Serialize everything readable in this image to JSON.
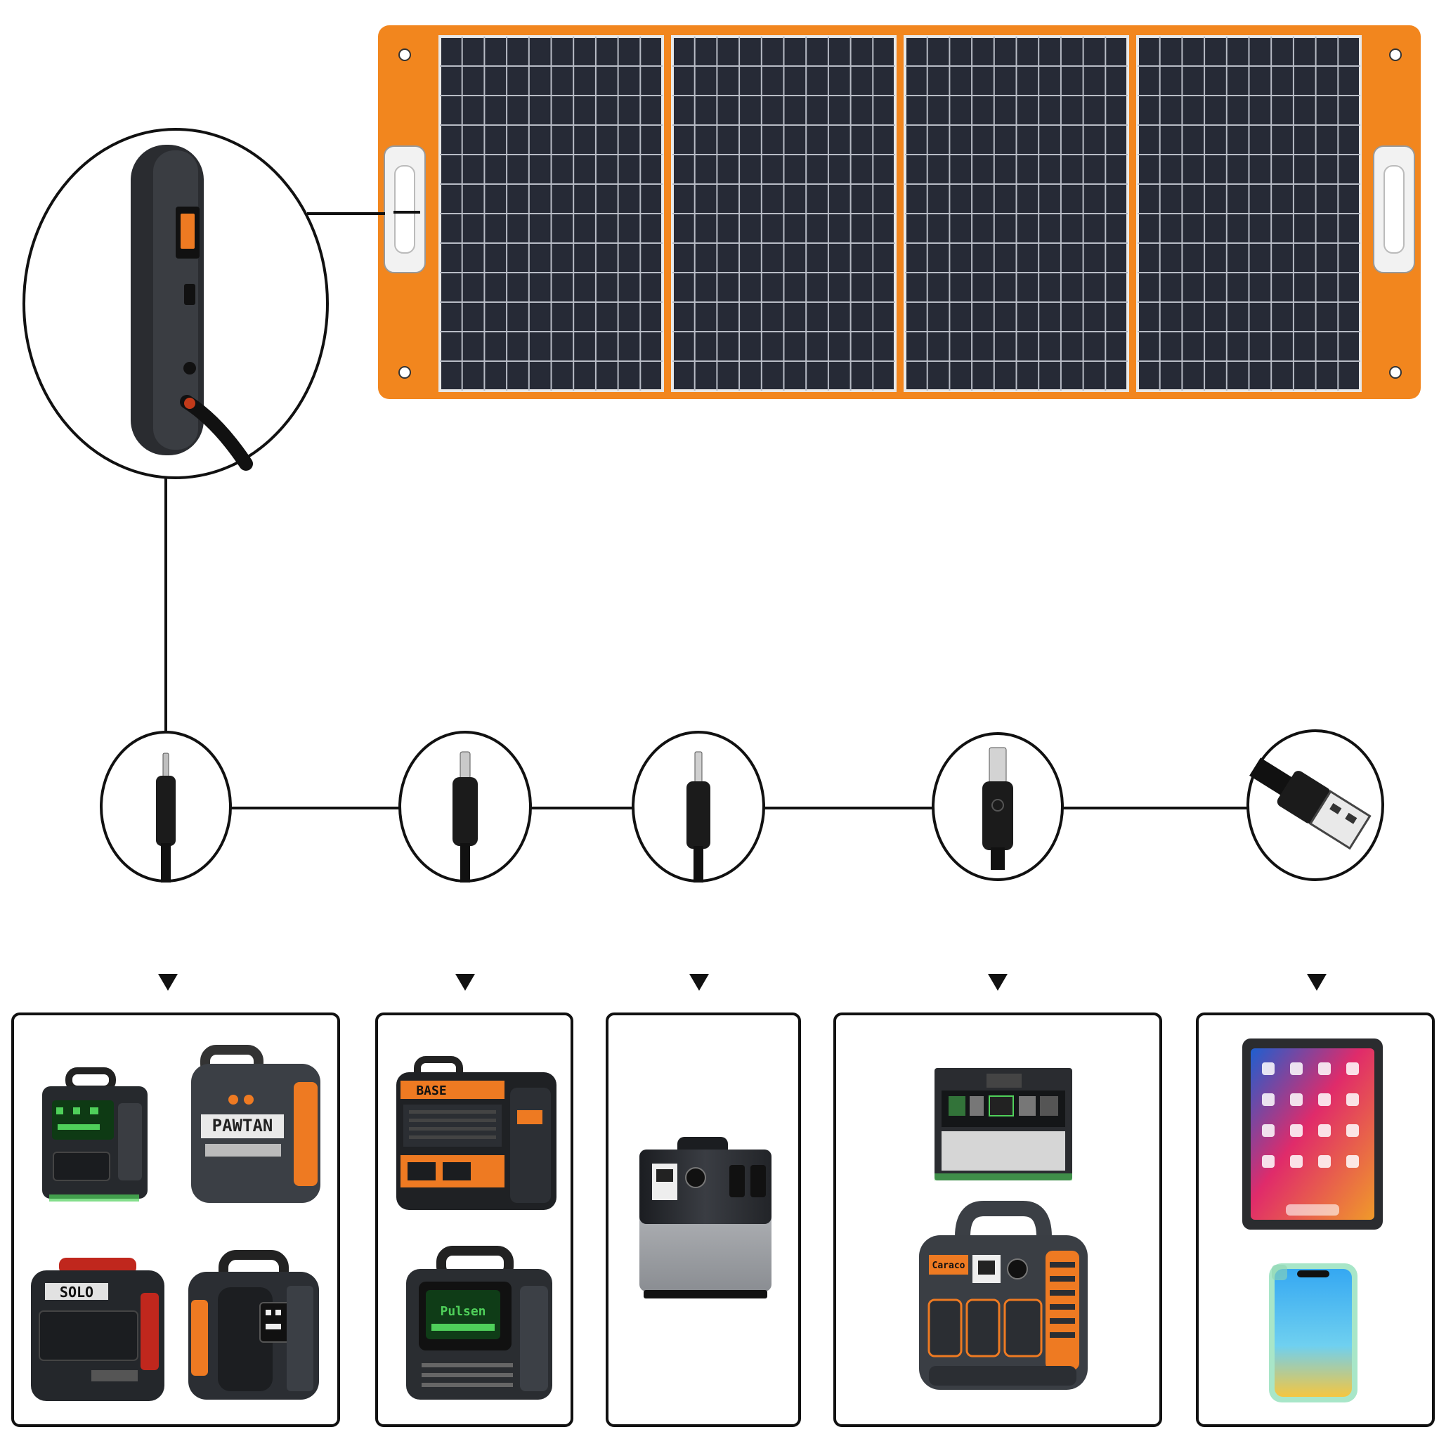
{
  "colors": {
    "panel_frame": "#F2861E",
    "cell": "#262A36",
    "cell_grid": "#B8BCC6",
    "outline": "#111111",
    "device_orange": "#EE7A22",
    "device_dark": "#2B2E33",
    "screen_green": "#4FD05A"
  },
  "solar_panel": {
    "segments": 4,
    "cell_columns_per_segment": 10,
    "cell_rows": 12
  },
  "junction_box": {
    "icon": "usb-output-port-icon"
  },
  "connectors": [
    {
      "name": "dc-plug-1",
      "icon": "dc-barrel-plug-icon"
    },
    {
      "name": "dc-plug-2",
      "icon": "dc-barrel-plug-icon"
    },
    {
      "name": "dc-plug-3",
      "icon": "dc-thin-plug-icon"
    },
    {
      "name": "dc-plug-4",
      "icon": "anderson-style-plug-icon"
    },
    {
      "name": "usb-a-plug",
      "icon": "usb-a-plug-icon"
    }
  ],
  "device_groups": [
    {
      "name": "group-1",
      "devices": [
        "power-station",
        "power-station",
        "power-station",
        "power-station"
      ]
    },
    {
      "name": "group-2",
      "devices": [
        "power-station",
        "power-station"
      ]
    },
    {
      "name": "group-3",
      "devices": [
        "power-station"
      ]
    },
    {
      "name": "group-4",
      "devices": [
        "power-station",
        "power-station"
      ]
    },
    {
      "name": "group-5",
      "devices": [
        "tablet",
        "smartphone"
      ]
    }
  ],
  "device_labels": {
    "g1_d2": "PAWTAN",
    "g1_d3": "SOLO",
    "g2_d1": "BASE",
    "g2_d2": "Pulsen",
    "g4_d2": "Caraco"
  }
}
